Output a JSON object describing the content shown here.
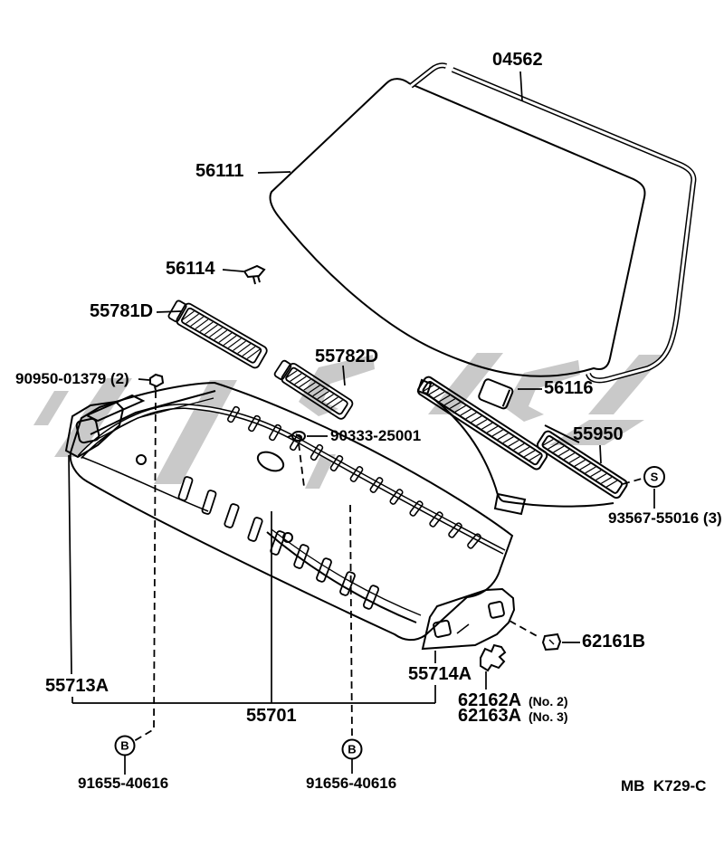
{
  "colors": {
    "line": "#000000",
    "background": "#ffffff",
    "watermark": "#c9c9c9"
  },
  "callouts": {
    "n04562": "04562",
    "n56111": "56111",
    "n56114": "56114",
    "n55781d": "55781D",
    "n55782d": "55782D",
    "n90950": "90950-01379 (2)",
    "n90333": "90333-25001",
    "n56116": "56116",
    "n55950": "55950",
    "n93567": "93567-55016 (3)",
    "n62161b": "62161B",
    "n55713a": "55713A",
    "n55714a": "55714A",
    "n62162a": "62162A",
    "n62162a_note": "(No. 2)",
    "n62163a": "62163A",
    "n62163a_note": "(No. 3)",
    "n55701": "55701",
    "n91655": "91655-40616",
    "n91656": "91656-40616"
  },
  "symbols": {
    "b1": "B",
    "b2": "B",
    "s": "S"
  },
  "footer": {
    "code": "MB  K729-C"
  }
}
